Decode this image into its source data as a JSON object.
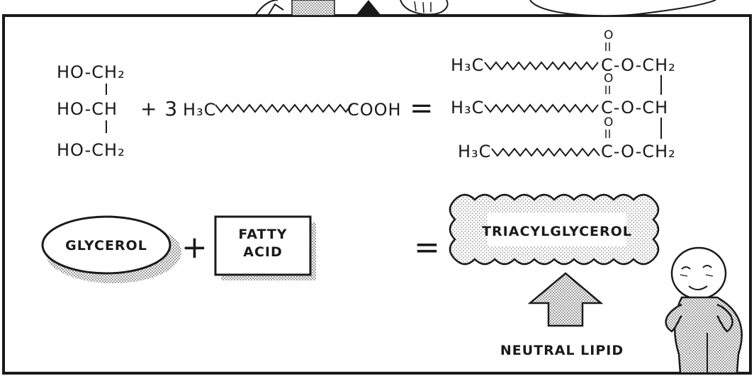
{
  "glycerol_formula": {
    "row1": "HO-CH₂",
    "row2": "HO-CH",
    "row3": "HO-CH₂"
  },
  "fatty_acid_formula": {
    "coefficient": "+ 3",
    "methyl": "H₃C",
    "acid": "COOH"
  },
  "triglyceride_formula": {
    "methyl": "H₃C",
    "oxygen": "O",
    "ester_row1": "C-O-CH₂",
    "ester_row2": "C-O-CH",
    "ester_row3": "C-O-CH₂"
  },
  "equals": "=",
  "plus": "+",
  "boxes": {
    "glycerol": "GLYCEROL",
    "fatty_acid_line1": "FATTY",
    "fatty_acid_line2": "ACID",
    "triacylglycerol": "TRIACYLGLYCEROL"
  },
  "arrow_label": "NEUTRAL LIPID",
  "colors": {
    "ink": "#1a1a1a",
    "screentone": "#9a9a9a",
    "panel": "#ffffff"
  }
}
